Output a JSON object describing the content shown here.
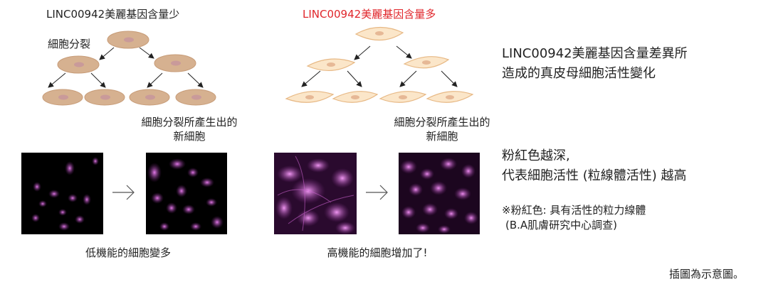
{
  "left": {
    "title": "LINC00942美麗基因含量少",
    "division_label": "細胞分裂",
    "new_cells_label_lines": [
      "細胞分裂所產生出的",
      "新細胞"
    ],
    "caption": "低機能的細胞變多"
  },
  "right": {
    "title": "LINC00942美麗基因含量多",
    "new_cells_label_lines": [
      "細胞分裂所產生出的",
      "新細胞"
    ],
    "caption": "高機能的細胞增加了!"
  },
  "side": {
    "headline_lines": [
      "LINC00942美麗基因含量差異所",
      "造成的真皮母細胞活性變化"
    ],
    "pink_lines": [
      "粉紅色越深,",
      "代表細胞活性 (粒線體活性) 越高"
    ],
    "note_lines": [
      "※粉紅色: 具有活性的粒力線體",
      "(B.A肌膚研究中心調查)"
    ]
  },
  "footer": {
    "note": "插圖為示意圖。"
  },
  "colors": {
    "title_right": "#e0262b",
    "cell_low_fill": "#d6b190",
    "cell_low_nucleus": "#c99a9a",
    "cell_high_fill": "#fbe6c9",
    "cell_high_stroke": "#e7b884",
    "cell_high_nucleus": "#e6b896",
    "magenta": "#c845d0"
  }
}
